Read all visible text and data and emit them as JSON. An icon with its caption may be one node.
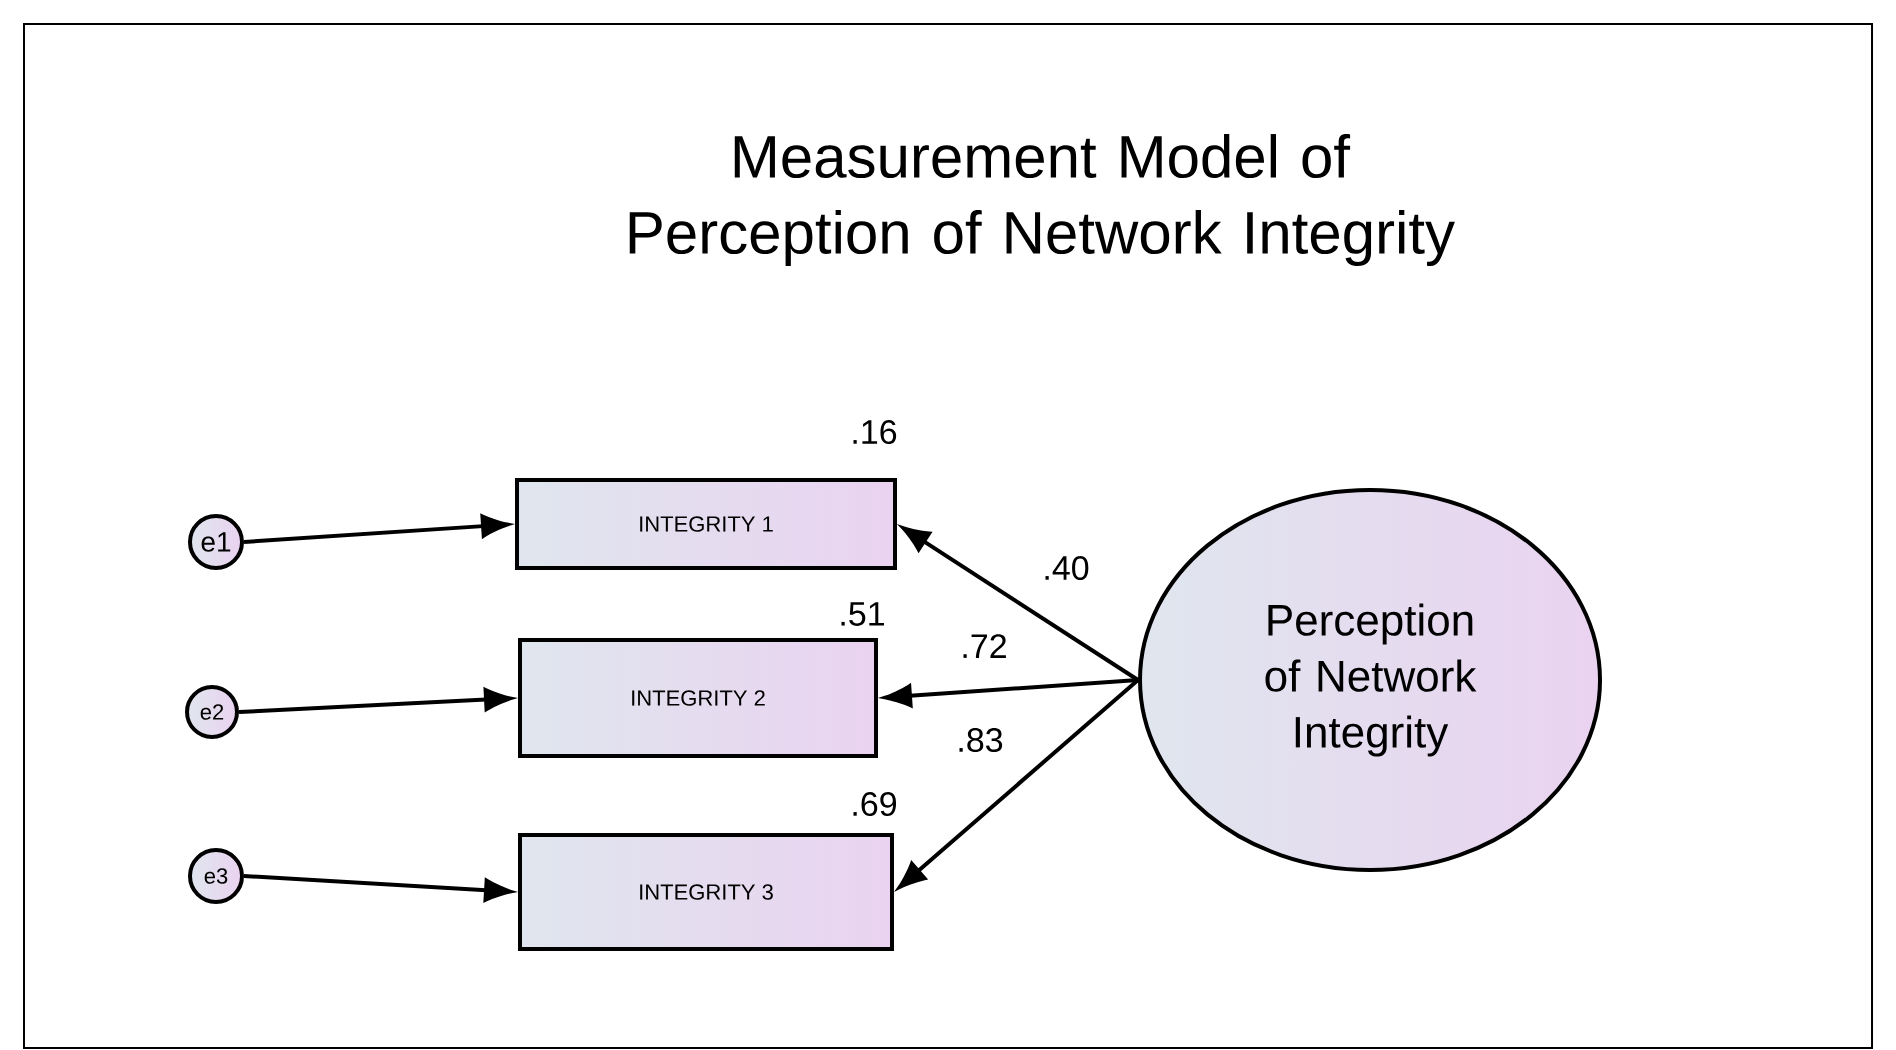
{
  "diagram": {
    "title": "Measurement Model of Perception of Network Integrity",
    "nodes": [
      {
        "text": [
          "e1"
        ]
      },
      {
        "text": [
          "INTEGRITY 1"
        ],
        "beside": [
          ".16"
        ]
      },
      {
        "text": [
          "e2"
        ]
      },
      {
        "text": [
          "INTEGRITY 2"
        ],
        "beside": [
          ".51"
        ]
      },
      {
        "text": [
          "e3"
        ]
      },
      {
        "text": [
          "INTEGRITY 3"
        ],
        "beside": [
          ".69"
        ]
      },
      {
        "text": [
          "Perception of Network Integrity"
        ]
      }
    ],
    "edges": [
      {
        "from": 0,
        "to": 1,
        "arrow": "to"
      },
      {
        "from": 2,
        "to": 3,
        "arrow": "to"
      },
      {
        "from": 4,
        "to": 5,
        "arrow": "to"
      },
      {
        "from": 6,
        "to": 1,
        "arrow": "to",
        "label": ".40"
      },
      {
        "from": 6,
        "to": 3,
        "arrow": "to",
        "label": ".72"
      },
      {
        "from": 6,
        "to": 5,
        "arrow": "to",
        "label": ".83"
      }
    ]
  }
}
